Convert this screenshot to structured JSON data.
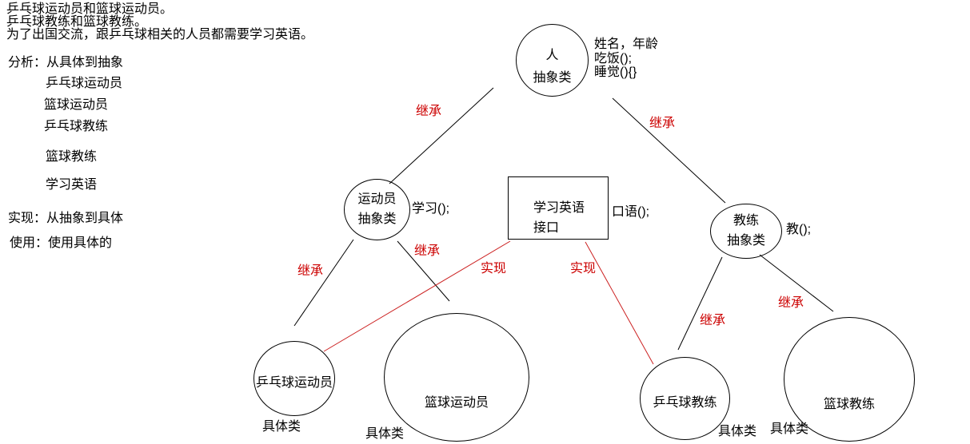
{
  "problem_notes": {
    "line1": "乒乓球运动员和篮球运动员。",
    "line2": "乒乓球教练和篮球教练。",
    "line3": "为了出国交流，跟乒乓球相关的人员都需要学习英语。"
  },
  "analysis": {
    "header": "分析：从具体到抽象",
    "items": [
      "乒乓球运动员",
      "篮球运动员",
      "乒乓球教练",
      "篮球教练",
      "学习英语"
    ]
  },
  "implementation_note": "实现：从抽象到具体",
  "usage_note": "使用：使用具体的",
  "diagram": {
    "person": {
      "title": "人",
      "subtitle": "抽象类",
      "members": [
        "姓名，年龄",
        "吃饭();",
        "睡觉(){}"
      ]
    },
    "athlete": {
      "title": "运动员",
      "subtitle": "抽象类",
      "members": [
        "学习();"
      ]
    },
    "coach": {
      "title": "教练",
      "subtitle": "抽象类",
      "members": [
        "教();"
      ]
    },
    "interface": {
      "title": "学习英语",
      "subtitle": "接口",
      "members": [
        "口语();"
      ]
    },
    "pp_player": {
      "title": "乒乓球运动员",
      "tag": "具体类"
    },
    "bb_player": {
      "title": "篮球运动员",
      "tag": "具体类"
    },
    "pp_coach": {
      "title": "乒乓球教练",
      "tag": "具体类"
    },
    "bb_coach": {
      "title": "篮球教练",
      "tag": "具体类"
    },
    "edge_labels": {
      "inherit": "继承",
      "realize": "实现"
    },
    "edges": [
      {
        "from": "人",
        "to": "运动员",
        "label": "继承"
      },
      {
        "from": "人",
        "to": "教练",
        "label": "继承"
      },
      {
        "from": "运动员",
        "to": "乒乓球运动员",
        "label": "继承"
      },
      {
        "from": "运动员",
        "to": "篮球运动员",
        "label": "继承"
      },
      {
        "from": "教练",
        "to": "乒乓球教练",
        "label": "继承"
      },
      {
        "from": "教练",
        "to": "篮球教练",
        "label": "继承"
      },
      {
        "from": "学习英语接口",
        "to": "乒乓球运动员",
        "label": "实现"
      },
      {
        "from": "学习英语接口",
        "to": "乒乓球教练",
        "label": "实现"
      }
    ],
    "colors": {
      "label_red": "#cc0000",
      "line_red": "#cc2222",
      "line_black": "#000000"
    }
  }
}
